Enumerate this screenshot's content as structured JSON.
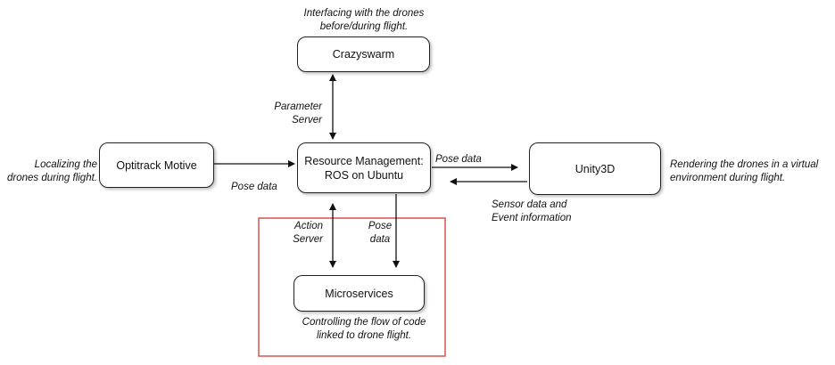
{
  "nodes": {
    "crazyswarm": "Crazyswarm",
    "optitrack": "Optitrack Motive",
    "ros_line1": "Resource Management:",
    "ros_line2": "ROS on Ubuntu",
    "unity": "Unity3D",
    "microservices": "Microservices"
  },
  "annotations": {
    "crazyswarm_l1": "Interfacing with the drones",
    "crazyswarm_l2": "before/during flight.",
    "optitrack_l1": "Localizing the",
    "optitrack_l2": "drones during flight.",
    "unity_l1": "Rendering the drones in a virtual",
    "unity_l2": "environment during flight.",
    "micro_l1": "Controlling the flow of code",
    "micro_l2": "linked to drone flight."
  },
  "edge_labels": {
    "param_l1": "Parameter",
    "param_l2": "Server",
    "pose_optitrack": "Pose data",
    "pose_unity": "Pose data",
    "sensor_l1": "Sensor data and",
    "sensor_l2": "Event information",
    "action_l1": "Action",
    "action_l2": "Server",
    "pose_micro_l1": "Pose",
    "pose_micro_l2": "data"
  },
  "colors": {
    "highlight_border": "#d9534f"
  }
}
